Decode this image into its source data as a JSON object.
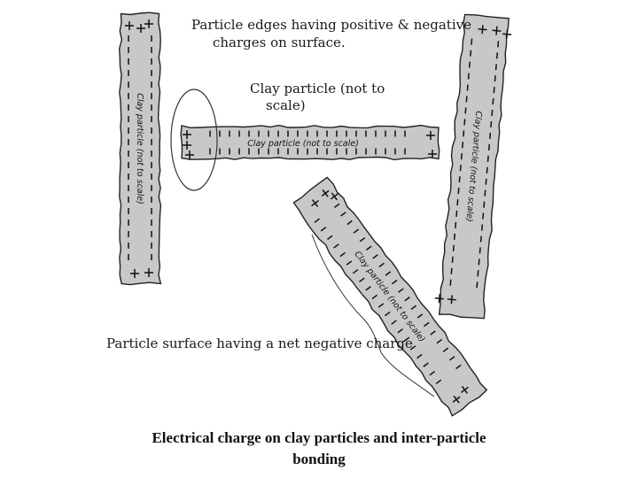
{
  "annotations": {
    "edges_note_line1": "Particle edges having positive & negative",
    "edges_note_line2": "charges on surface.",
    "clay_note_line1": "Clay particle (not to",
    "clay_note_line2": "scale)",
    "surface_note": "Particle surface having a net negative charge"
  },
  "particle_label": "Clay particle (not to scale)",
  "caption": {
    "line1": "Electrical charge on clay particles and inter-particle",
    "line2": "bonding"
  },
  "charge_symbols": {
    "positive": "+",
    "negative": "−"
  },
  "colors": {
    "particle_fill": "#c8c8c8",
    "outline": "#222222",
    "text": "#1a1a1a"
  }
}
